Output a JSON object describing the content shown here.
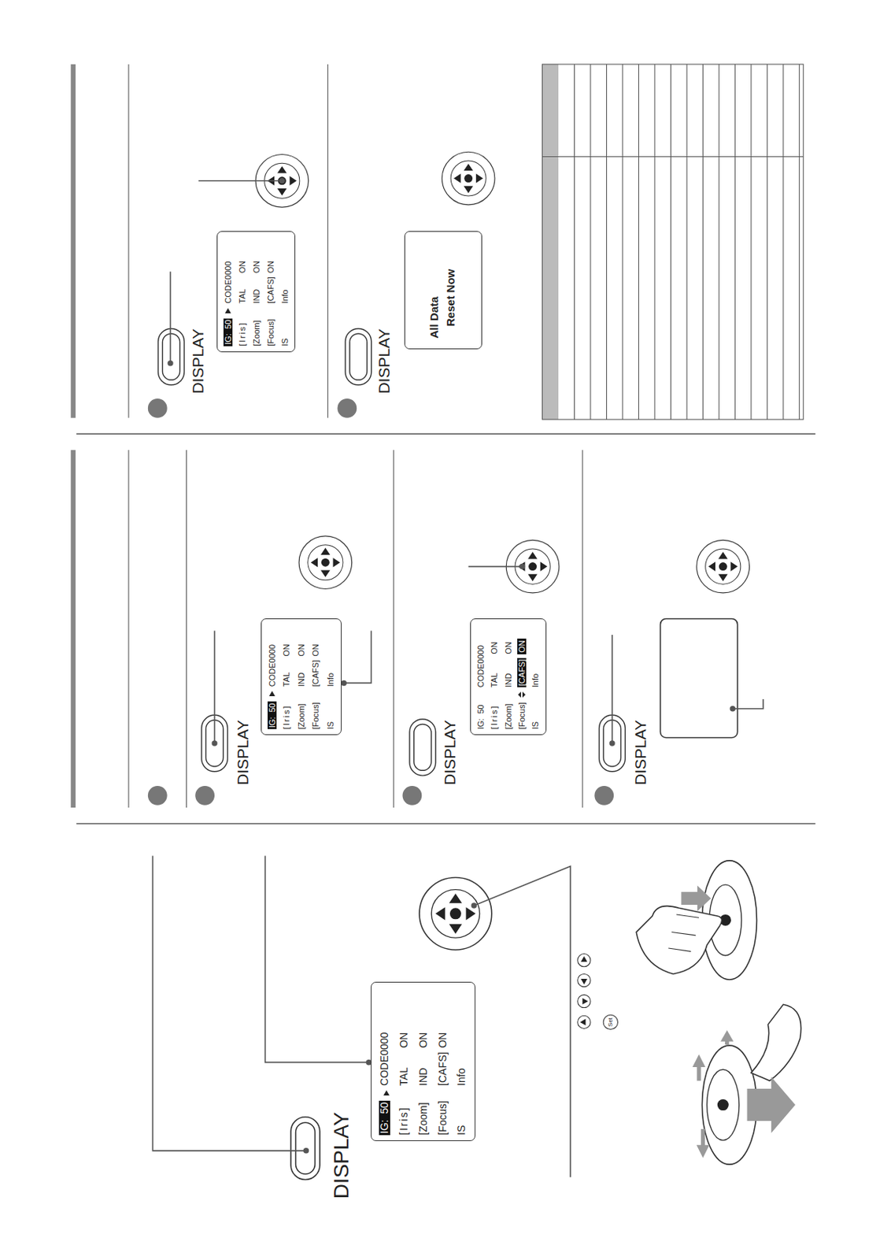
{
  "diagram": {
    "nodes": [
      {
        "text": [
          "DISPLAY"
        ]
      },
      {
        "text": [
          "IG:  50",
          "CODE0000",
          "[Iris]",
          "TAL",
          "ON",
          "[Zoom]",
          "IND",
          "ON",
          "[Focus]",
          "[CAFS]",
          "ON",
          "IS",
          "Info"
        ]
      },
      {
        "text": [
          "DISPLAY"
        ]
      },
      {
        "text": [
          "IG:  50",
          "CODE0000",
          "[Iris]",
          "TAL",
          "ON",
          "[Zoom]",
          "IND",
          "ON",
          "[Focus]",
          "[CAFS]",
          "ON",
          "IS",
          "Info"
        ]
      },
      {
        "text": [
          "DISPLAY"
        ]
      },
      {
        "text": [
          "IG:  50",
          "CODE0000",
          "[Iris]",
          "TAL",
          "ON",
          "[Zoom]",
          "IND",
          "ON",
          "[Focus]",
          "[CAFS]",
          "ON",
          "IS",
          "Info"
        ]
      },
      {
        "text": [
          "DISPLAY"
        ]
      },
      {
        "text": [
          "DISPLAY"
        ]
      },
      {
        "text": [
          "IG:  50",
          "CODE0000",
          "[Iris]",
          "TAL",
          "ON",
          "[Zoom]",
          "IND",
          "ON",
          "[Focus]",
          "[CAFS]",
          "ON",
          "IS",
          "Info"
        ]
      },
      {
        "text": [
          "DISPLAY"
        ]
      },
      {
        "text": [
          "All Data",
          "Reset Now"
        ]
      }
    ],
    "labels": [
      "Set"
    ]
  }
}
